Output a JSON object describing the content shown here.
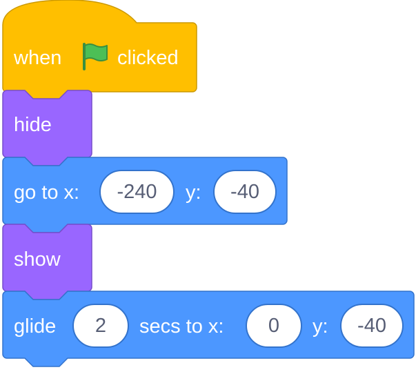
{
  "script": {
    "event_block": {
      "when_label": "when",
      "flag_icon": "green-flag-icon",
      "clicked_label": "clicked"
    },
    "hide_block": {
      "label": "hide"
    },
    "goto_block": {
      "go_to_x_label": "go to x:",
      "x_value": "-240",
      "y_label": "y:",
      "y_value": "-40"
    },
    "show_block": {
      "label": "show"
    },
    "glide_block": {
      "glide_label": "glide",
      "secs_value": "2",
      "secs_to_x_label": "secs to x:",
      "x_value": "0",
      "y_label": "y:",
      "y_value": "-40"
    }
  },
  "colors": {
    "events_fill": "#ffbf00",
    "events_stroke": "#cc9900",
    "looks_fill": "#9966ff",
    "looks_stroke": "#774dcb",
    "motion_fill": "#4c97ff",
    "motion_stroke": "#3373cc",
    "input_text": "#575e75",
    "flag_green": "#4cbf56"
  }
}
